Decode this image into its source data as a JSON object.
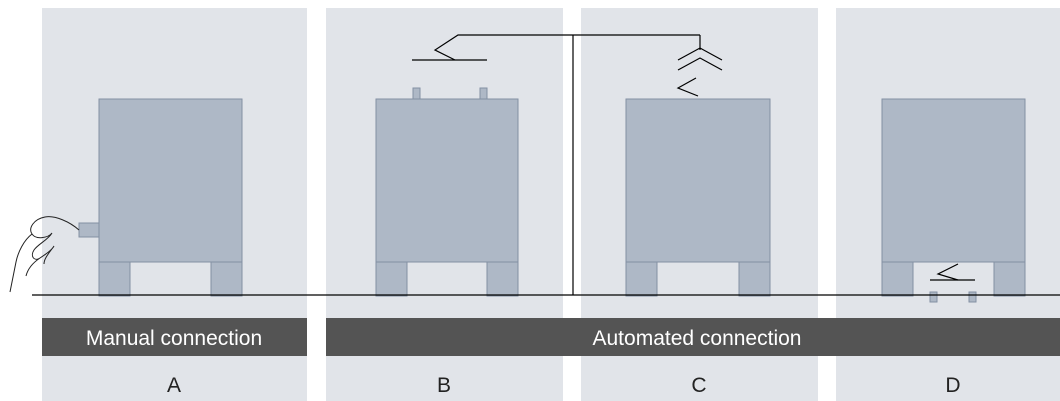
{
  "colors": {
    "panel_bg": "#e1e4e9",
    "unit_fill": "#aeb8c6",
    "unit_stroke": "#8390a3",
    "band_fill": "#545454",
    "line": "#000000"
  },
  "bands": {
    "manual": "Manual connection",
    "automated": "Automated connection"
  },
  "columns": {
    "a": "A",
    "b": "B",
    "c": "C",
    "d": "D"
  }
}
